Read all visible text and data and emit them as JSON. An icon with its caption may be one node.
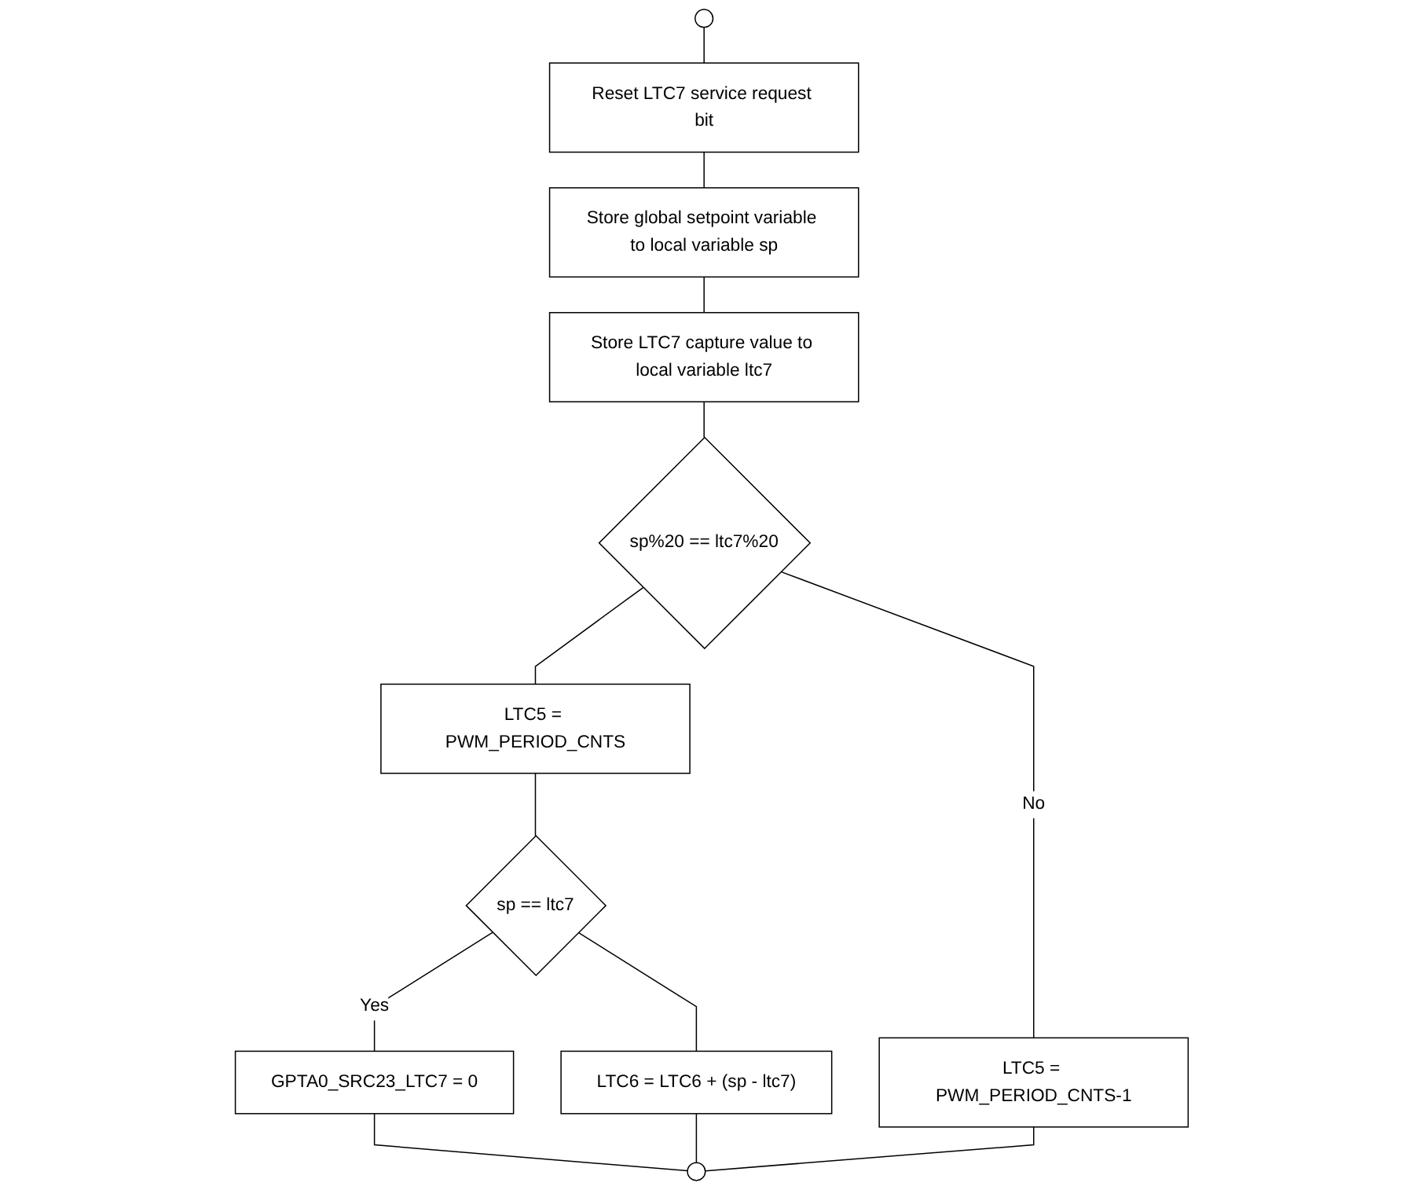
{
  "diagram": {
    "nodes": [
      {
        "text": [],
        "shape": "circle"
      },
      {
        "text": [
          "Reset LTC7 service request bit"
        ]
      },
      {
        "text": [
          "Store global setpoint variable to local variable sp"
        ]
      },
      {
        "text": [
          "Store LTC7 capture value to local variable ltc7"
        ]
      },
      {
        "text": [
          "sp%20 == ltc7%20"
        ]
      },
      {
        "text": [
          "LTC5 = PWM_PERIOD_CNTS"
        ]
      },
      {
        "text": [
          "sp == ltc7"
        ]
      },
      {
        "text": [
          "GPTA0_SRC23_LTC7 = 0"
        ]
      },
      {
        "text": [
          "LTC5 = PWM_PERIOD_CNTS-1"
        ]
      },
      {
        "text": [
          "LTC6 = LTC6 + (sp - ltc7)"
        ]
      },
      {
        "text": [],
        "shape": "circle"
      }
    ],
    "edges": [
      {
        "from": 0,
        "to": 1,
        "arrow": "none"
      },
      {
        "from": 1,
        "to": 2,
        "arrow": "none"
      },
      {
        "from": 2,
        "to": 3,
        "arrow": "none"
      },
      {
        "from": 3,
        "to": 4,
        "arrow": "none"
      },
      {
        "from": 4,
        "to": 5,
        "arrow": "none"
      },
      {
        "from": 4,
        "to": 8,
        "label": "No",
        "arrow": "none"
      },
      {
        "from": 5,
        "to": 6,
        "arrow": "none"
      },
      {
        "from": 6,
        "to": 7,
        "label": "Yes",
        "arrow": "none"
      },
      {
        "from": 6,
        "to": 9,
        "arrow": "none"
      },
      {
        "from": 7,
        "to": 10,
        "arrow": "none"
      },
      {
        "from": 9,
        "to": 10,
        "arrow": "none"
      },
      {
        "from": 8,
        "to": 10,
        "arrow": "none"
      }
    ]
  }
}
